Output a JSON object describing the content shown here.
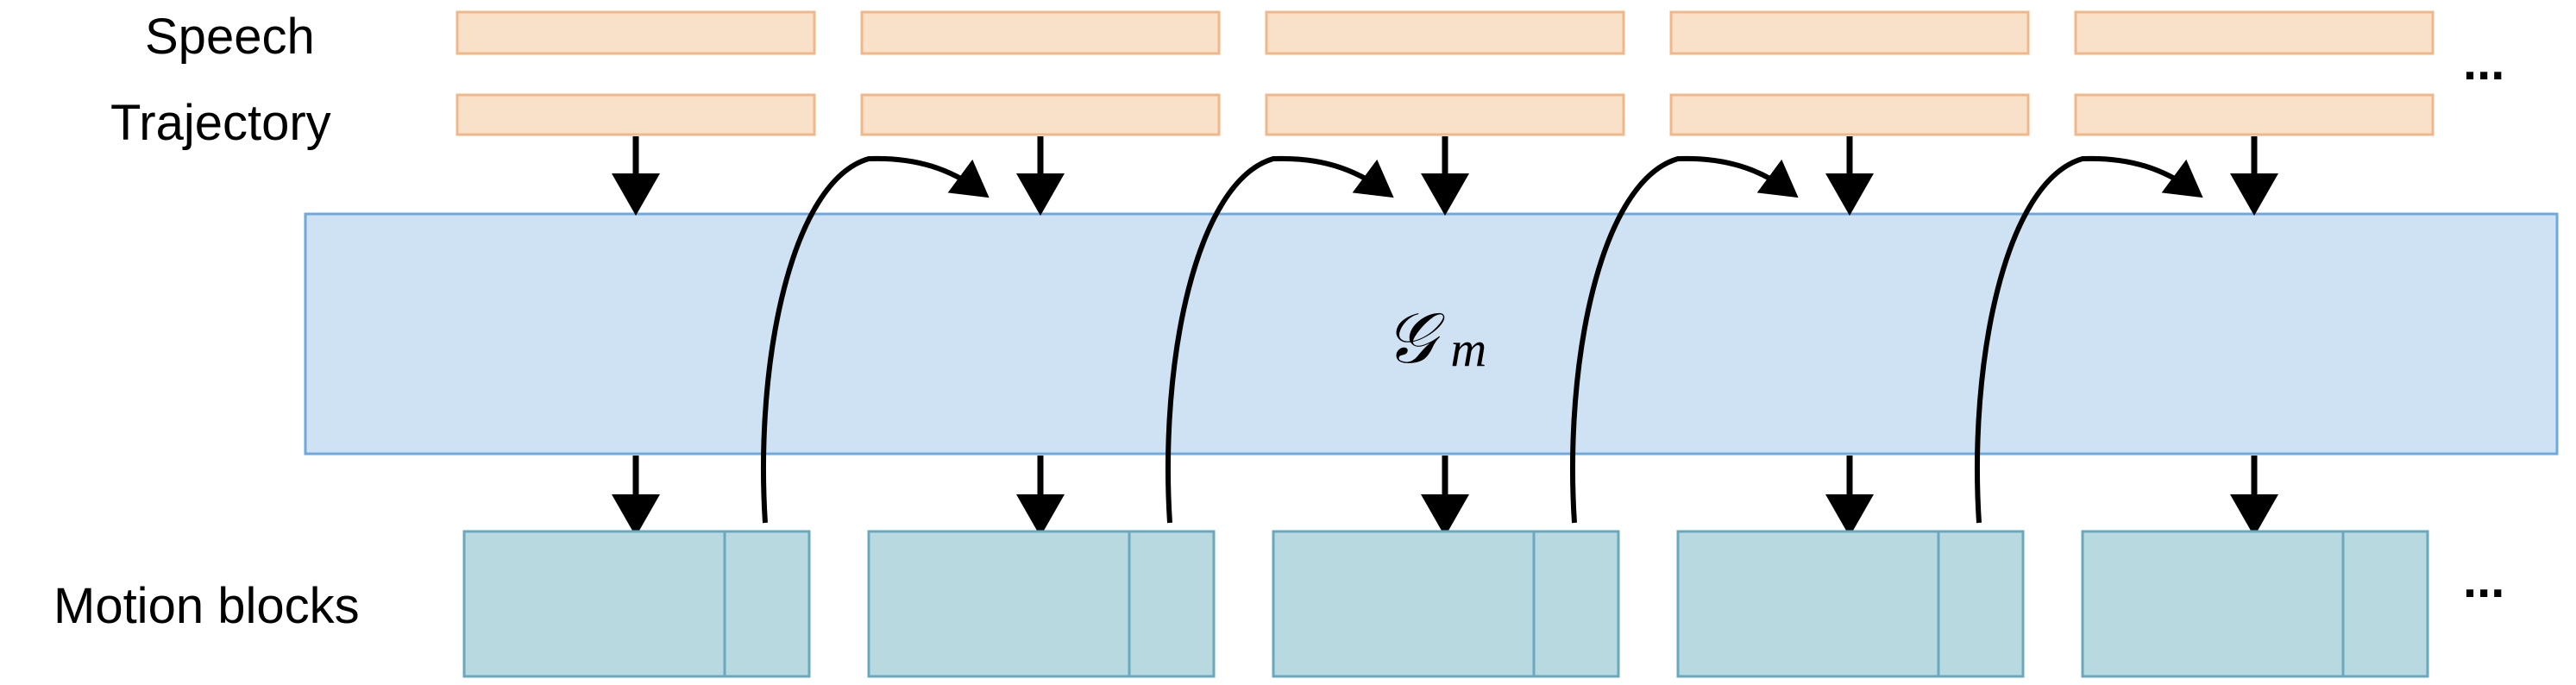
{
  "labels": {
    "speech": "Speech",
    "trajectory": "Trajectory",
    "motion_blocks": "Motion blocks",
    "model_symbol": "𝒢",
    "model_subscript": "m",
    "ellipsis_top": "...",
    "ellipsis_bottom": "..."
  },
  "colors": {
    "input_fill": "#f9e0c9",
    "input_stroke": "#f0b88a",
    "model_fill": "#cfe2f3",
    "model_stroke": "#6fa8dc",
    "motion_fill": "#b8d9e0",
    "motion_stroke": "#6aa9bd",
    "arrow": "#000000"
  },
  "segment_count": 5
}
